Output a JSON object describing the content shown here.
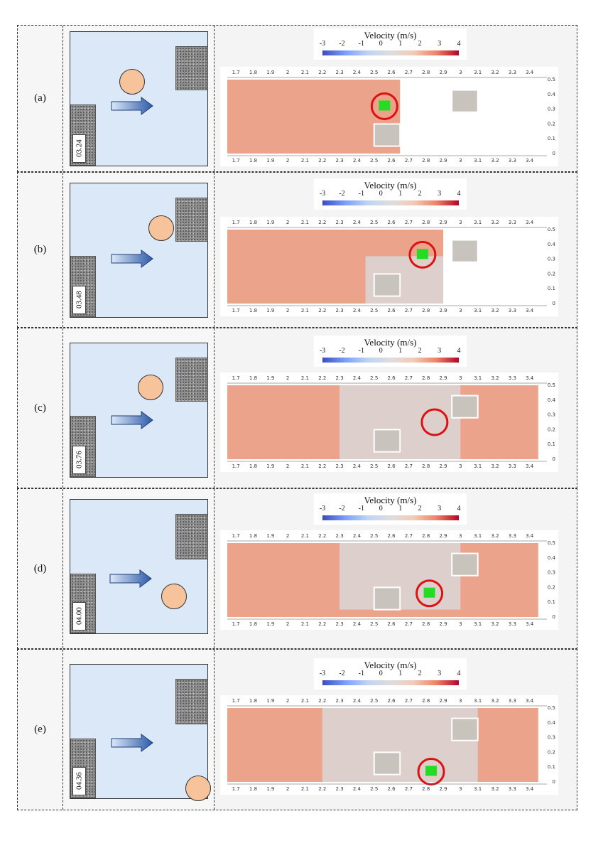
{
  "colorbar": {
    "title": "Velocity (m/s)",
    "ticks": [
      "-3",
      "-2",
      "-1",
      "0",
      "1",
      "2",
      "3",
      "4"
    ],
    "colors": [
      "#3b4cc0",
      "#7b9ff9",
      "#c0d4f5",
      "#dddddd",
      "#f2cbb7",
      "#ee8468",
      "#b40426"
    ]
  },
  "axes": {
    "x_ticks": [
      "1.7",
      "1.8",
      "1.9",
      "2",
      "2.1",
      "2.2",
      "2.3",
      "2.4",
      "2.5",
      "2.6",
      "2.7",
      "2.8",
      "2.9",
      "3",
      "3.1",
      "3.2",
      "3.3",
      "3.4"
    ],
    "y_ticks": [
      "0",
      "0.1",
      "0.2",
      "0.3",
      "0.4",
      "0.5"
    ]
  },
  "colors": {
    "fluid": "#eca38c",
    "fluid_slow": "#d9d9dc",
    "obstacle": "#c8c3bc",
    "particles": "#22dd22",
    "highlight_ring": "#dd1111",
    "schematic_water": "#dbe8f8",
    "ball": "#f7c39b"
  },
  "panels": [
    {
      "label": "(a)",
      "time": "03.24"
    },
    {
      "label": "(b)",
      "time": "03.48"
    },
    {
      "label": "(c)",
      "time": "03.76"
    },
    {
      "label": "(d)",
      "time": "04.00"
    },
    {
      "label": "(e)",
      "time": "04.36"
    }
  ]
}
